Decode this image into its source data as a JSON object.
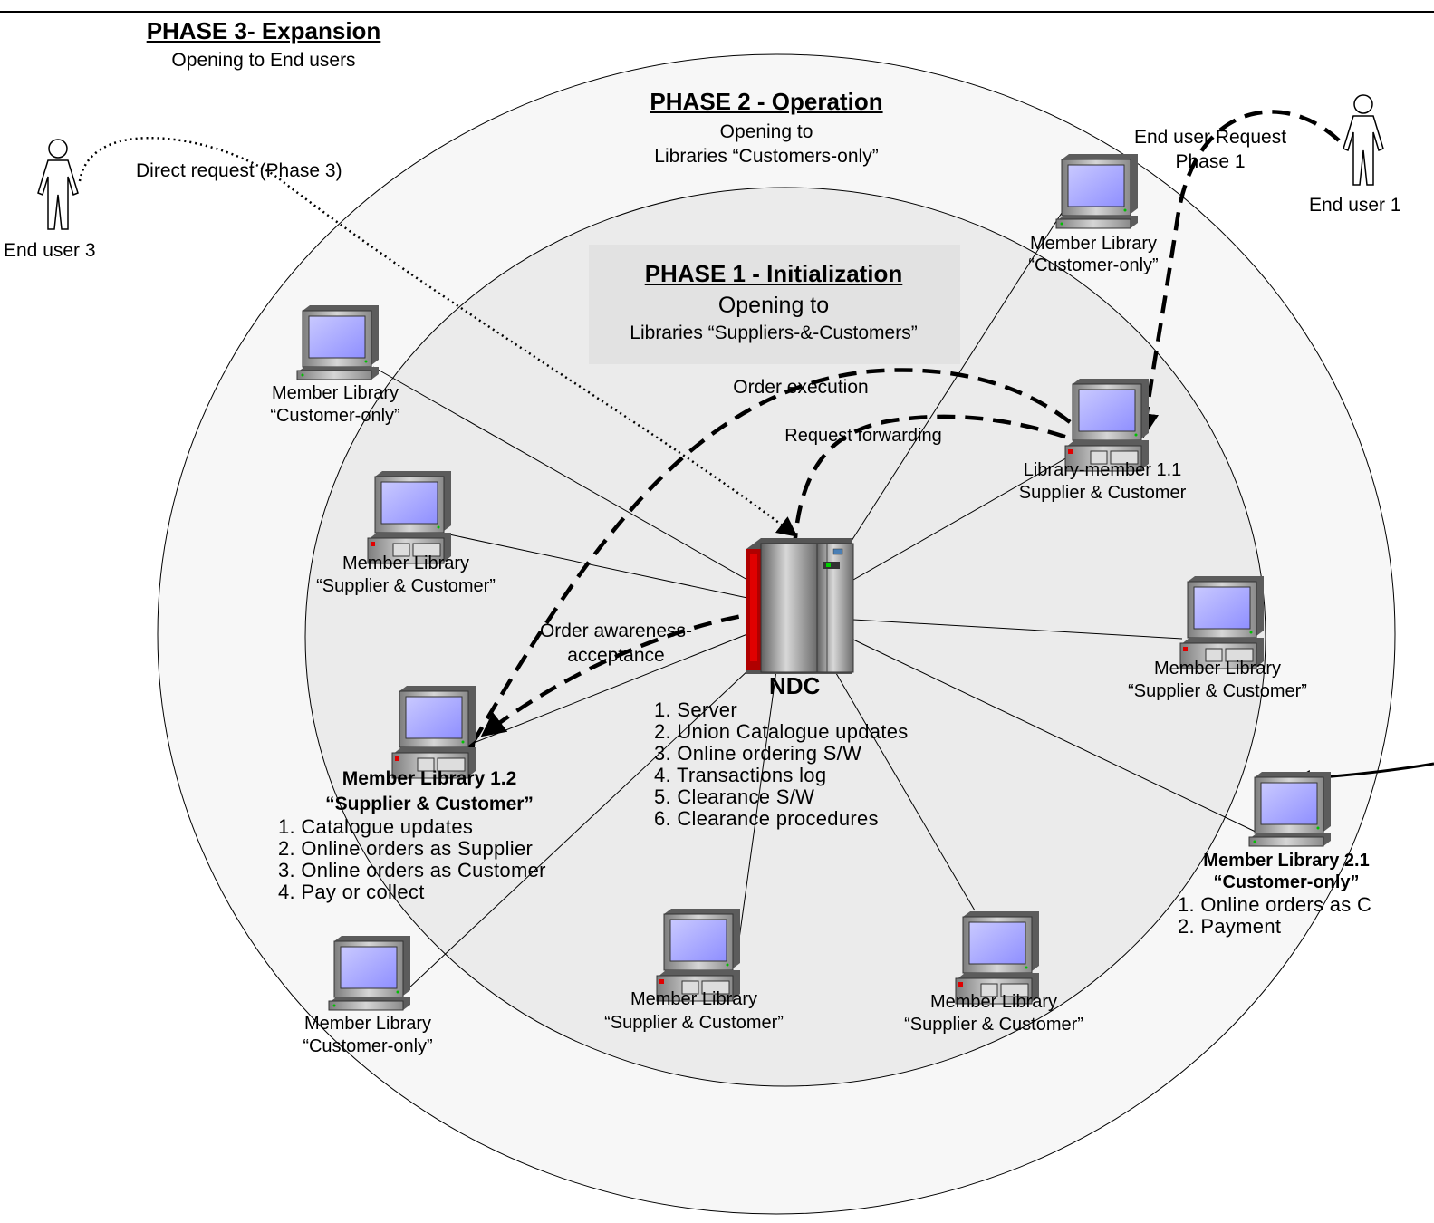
{
  "phase3": {
    "title": "PHASE 3- Expansion",
    "subtitle": "Opening to End users"
  },
  "phase2": {
    "title": "PHASE 2 - Operation",
    "line1": "Opening to",
    "line2": "Libraries “Customers-only”"
  },
  "phase1": {
    "title": "PHASE 1 - Initialization",
    "line1": "Opening to",
    "line2": "Libraries “Suppliers-&-Customers”"
  },
  "flows": {
    "direct_request": "Direct request (Phase 3)",
    "end_user_request_1": "End user Request",
    "end_user_request_2": "Phase 1",
    "order_execution": "Order execution",
    "request_forwarding": "Request forwarding",
    "order_awareness_1": "Order awareness-",
    "order_awareness_2": "acceptance"
  },
  "end_users": {
    "user3": "End user 3",
    "user1": "End user 1"
  },
  "ndc": {
    "label": "NDC",
    "items": [
      "1. Server",
      "2. Union Catalogue updates",
      "3. Online ordering S/W",
      "4. Transactions log",
      "5. Clearance S/W",
      "6. Clearance procedures"
    ]
  },
  "nodes": {
    "ml_customer_only": {
      "line1": "Member Library",
      "line2": "“Customer-only”"
    },
    "ml_supplier_customer": {
      "line1": "Member Library",
      "line2": "“Supplier & Customer”"
    },
    "lib_1_1": {
      "line1": "Library-member 1.1",
      "line2": "Supplier & Customer"
    },
    "ml_1_2": {
      "line1": "Member Library 1.2",
      "line2": "“Supplier & Customer”",
      "items": [
        "1. Catalogue updates",
        "2. Online orders as Supplier",
        "3. Online orders as Customer",
        "4. Pay or collect"
      ]
    },
    "ml_2_1": {
      "line1": "Member Library 2.1",
      "line2": "“Customer-only”",
      "items": [
        "1. Online orders as C",
        "2. Payment"
      ]
    }
  }
}
